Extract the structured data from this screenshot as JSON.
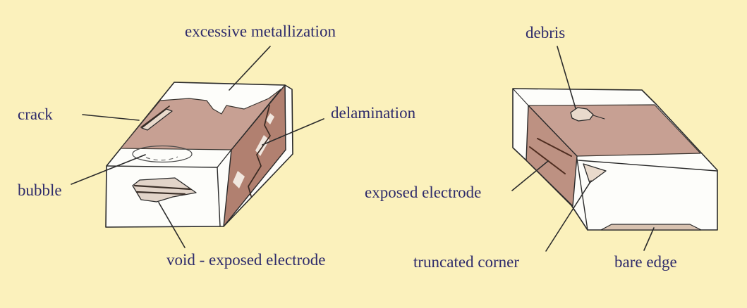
{
  "figure": {
    "type": "chip-capacitor-defects-diagram",
    "labels": {
      "excessive_metallization": "excessive metallization",
      "crack": "crack",
      "bubble": "bubble",
      "delamination": "delamination",
      "void_exposed_electrode": "void - exposed electrode",
      "debris": "debris",
      "exposed_electrode": "exposed electrode",
      "truncated_corner": "truncated corner",
      "bare_edge": "bare edge"
    }
  },
  "colors": {
    "background": "#fbf1bc",
    "label_ink": "#2e2b6b",
    "leader_line": "#2b2b2b",
    "outline": "#2a2a2a",
    "ceramic_top": "#c7a093",
    "ceramic_side_left": "#b18070",
    "ceramic_side_right": "#bd9182",
    "termination_white": "#fdfdfa",
    "defect_tan": "#e9dacc",
    "void_fill": "#e2d4c9",
    "bare_edge_fill": "#d8c2b0",
    "electrode_line": "#4f2d20",
    "crack_line": "#3a2a22",
    "highlight": "#f1e7df"
  }
}
